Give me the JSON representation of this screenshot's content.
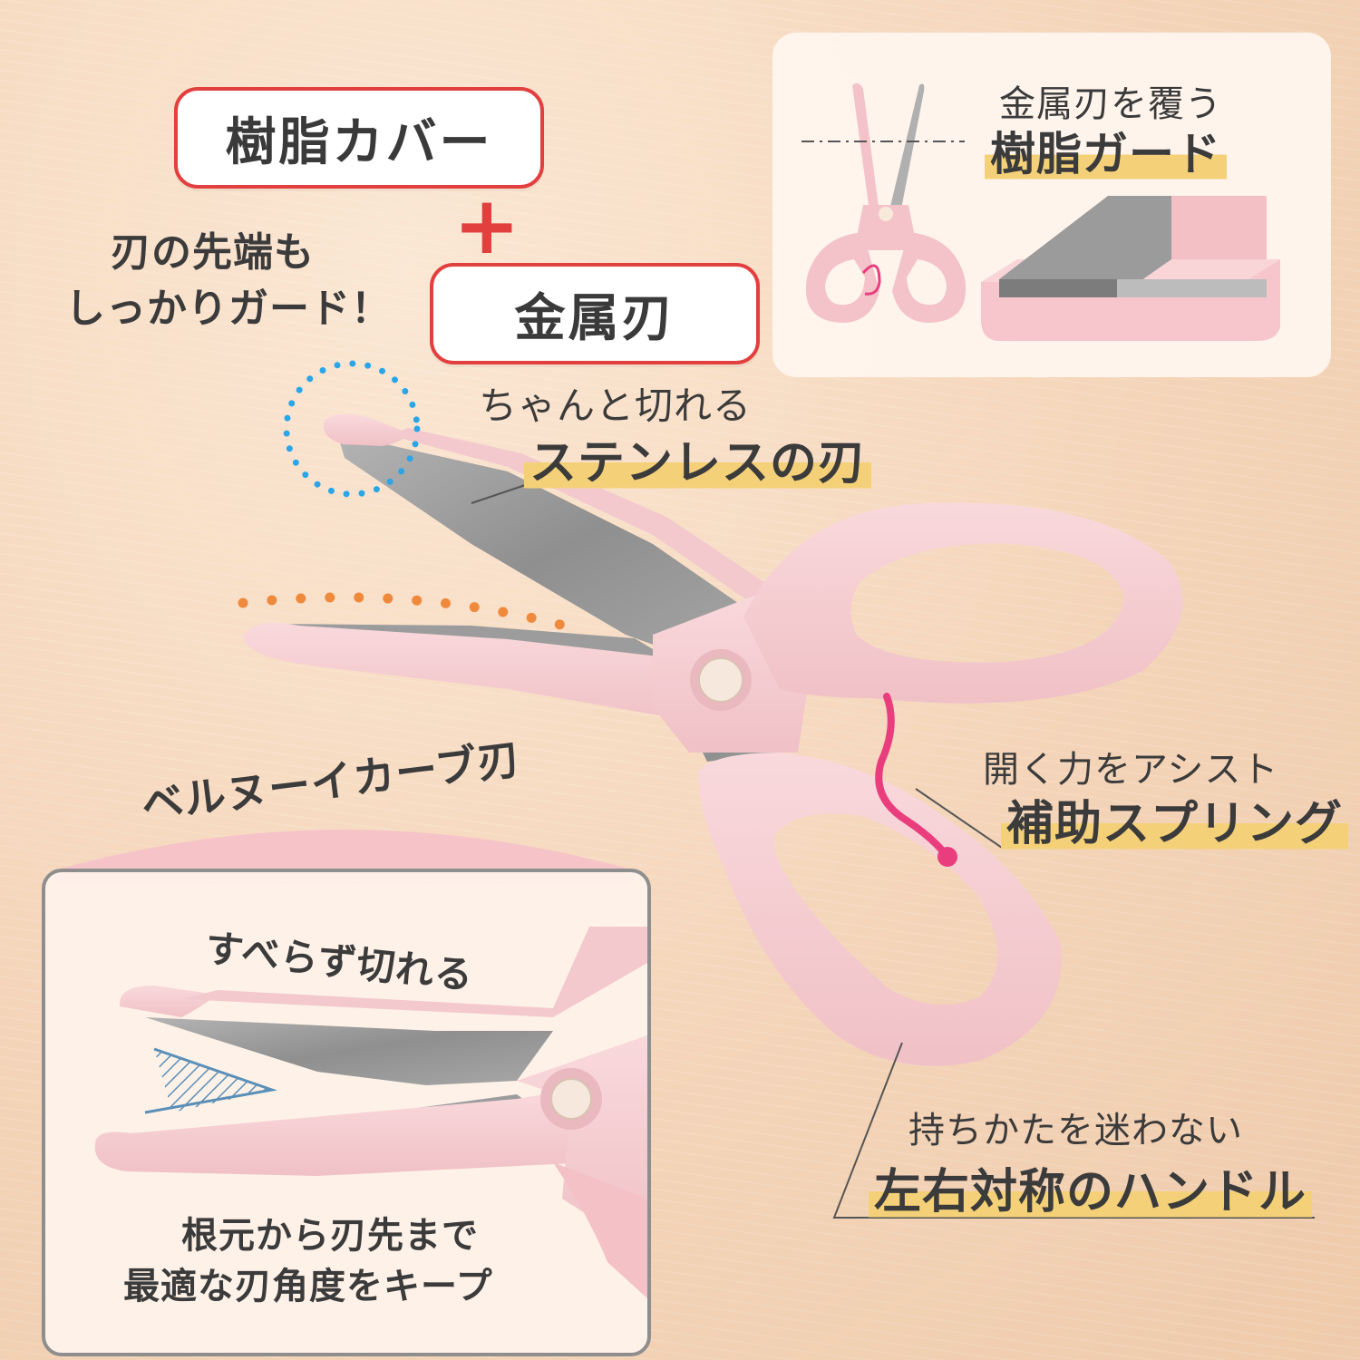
{
  "callouts": {
    "resin_cover": "樹脂カバー",
    "plus_sign": "+",
    "metal_blade": "金属刃",
    "tip_guard_line1": "刃の先端も",
    "tip_guard_line2": "しっかりガード！",
    "cuts_line1": "ちゃんと切れる",
    "cuts_line2": "ステンレスの刃",
    "curve_blade": "ベルヌーイカーブ刃",
    "spring_line1": "開く力をアシスト",
    "spring_line2": "補助スプリング",
    "handle_line1": "持ちかたを迷わない",
    "handle_line2": "左右対称のハンドル"
  },
  "inset_top_right": {
    "line1": "金属刃を覆う",
    "line2": "樹脂ガード"
  },
  "inset_bottom_left": {
    "title": "すべらず切れる",
    "line1": "根元から刃先まで",
    "line2": "最適な刃角度をキープ"
  },
  "colors": {
    "accent_red": "#e23f3f",
    "highlight_yellow": "#f4d178",
    "scissor_pink": "#f5cdd2",
    "spring_pink": "#ea3d7e",
    "dot_blue": "#2aa6e8",
    "dot_orange": "#ef8a3c"
  }
}
